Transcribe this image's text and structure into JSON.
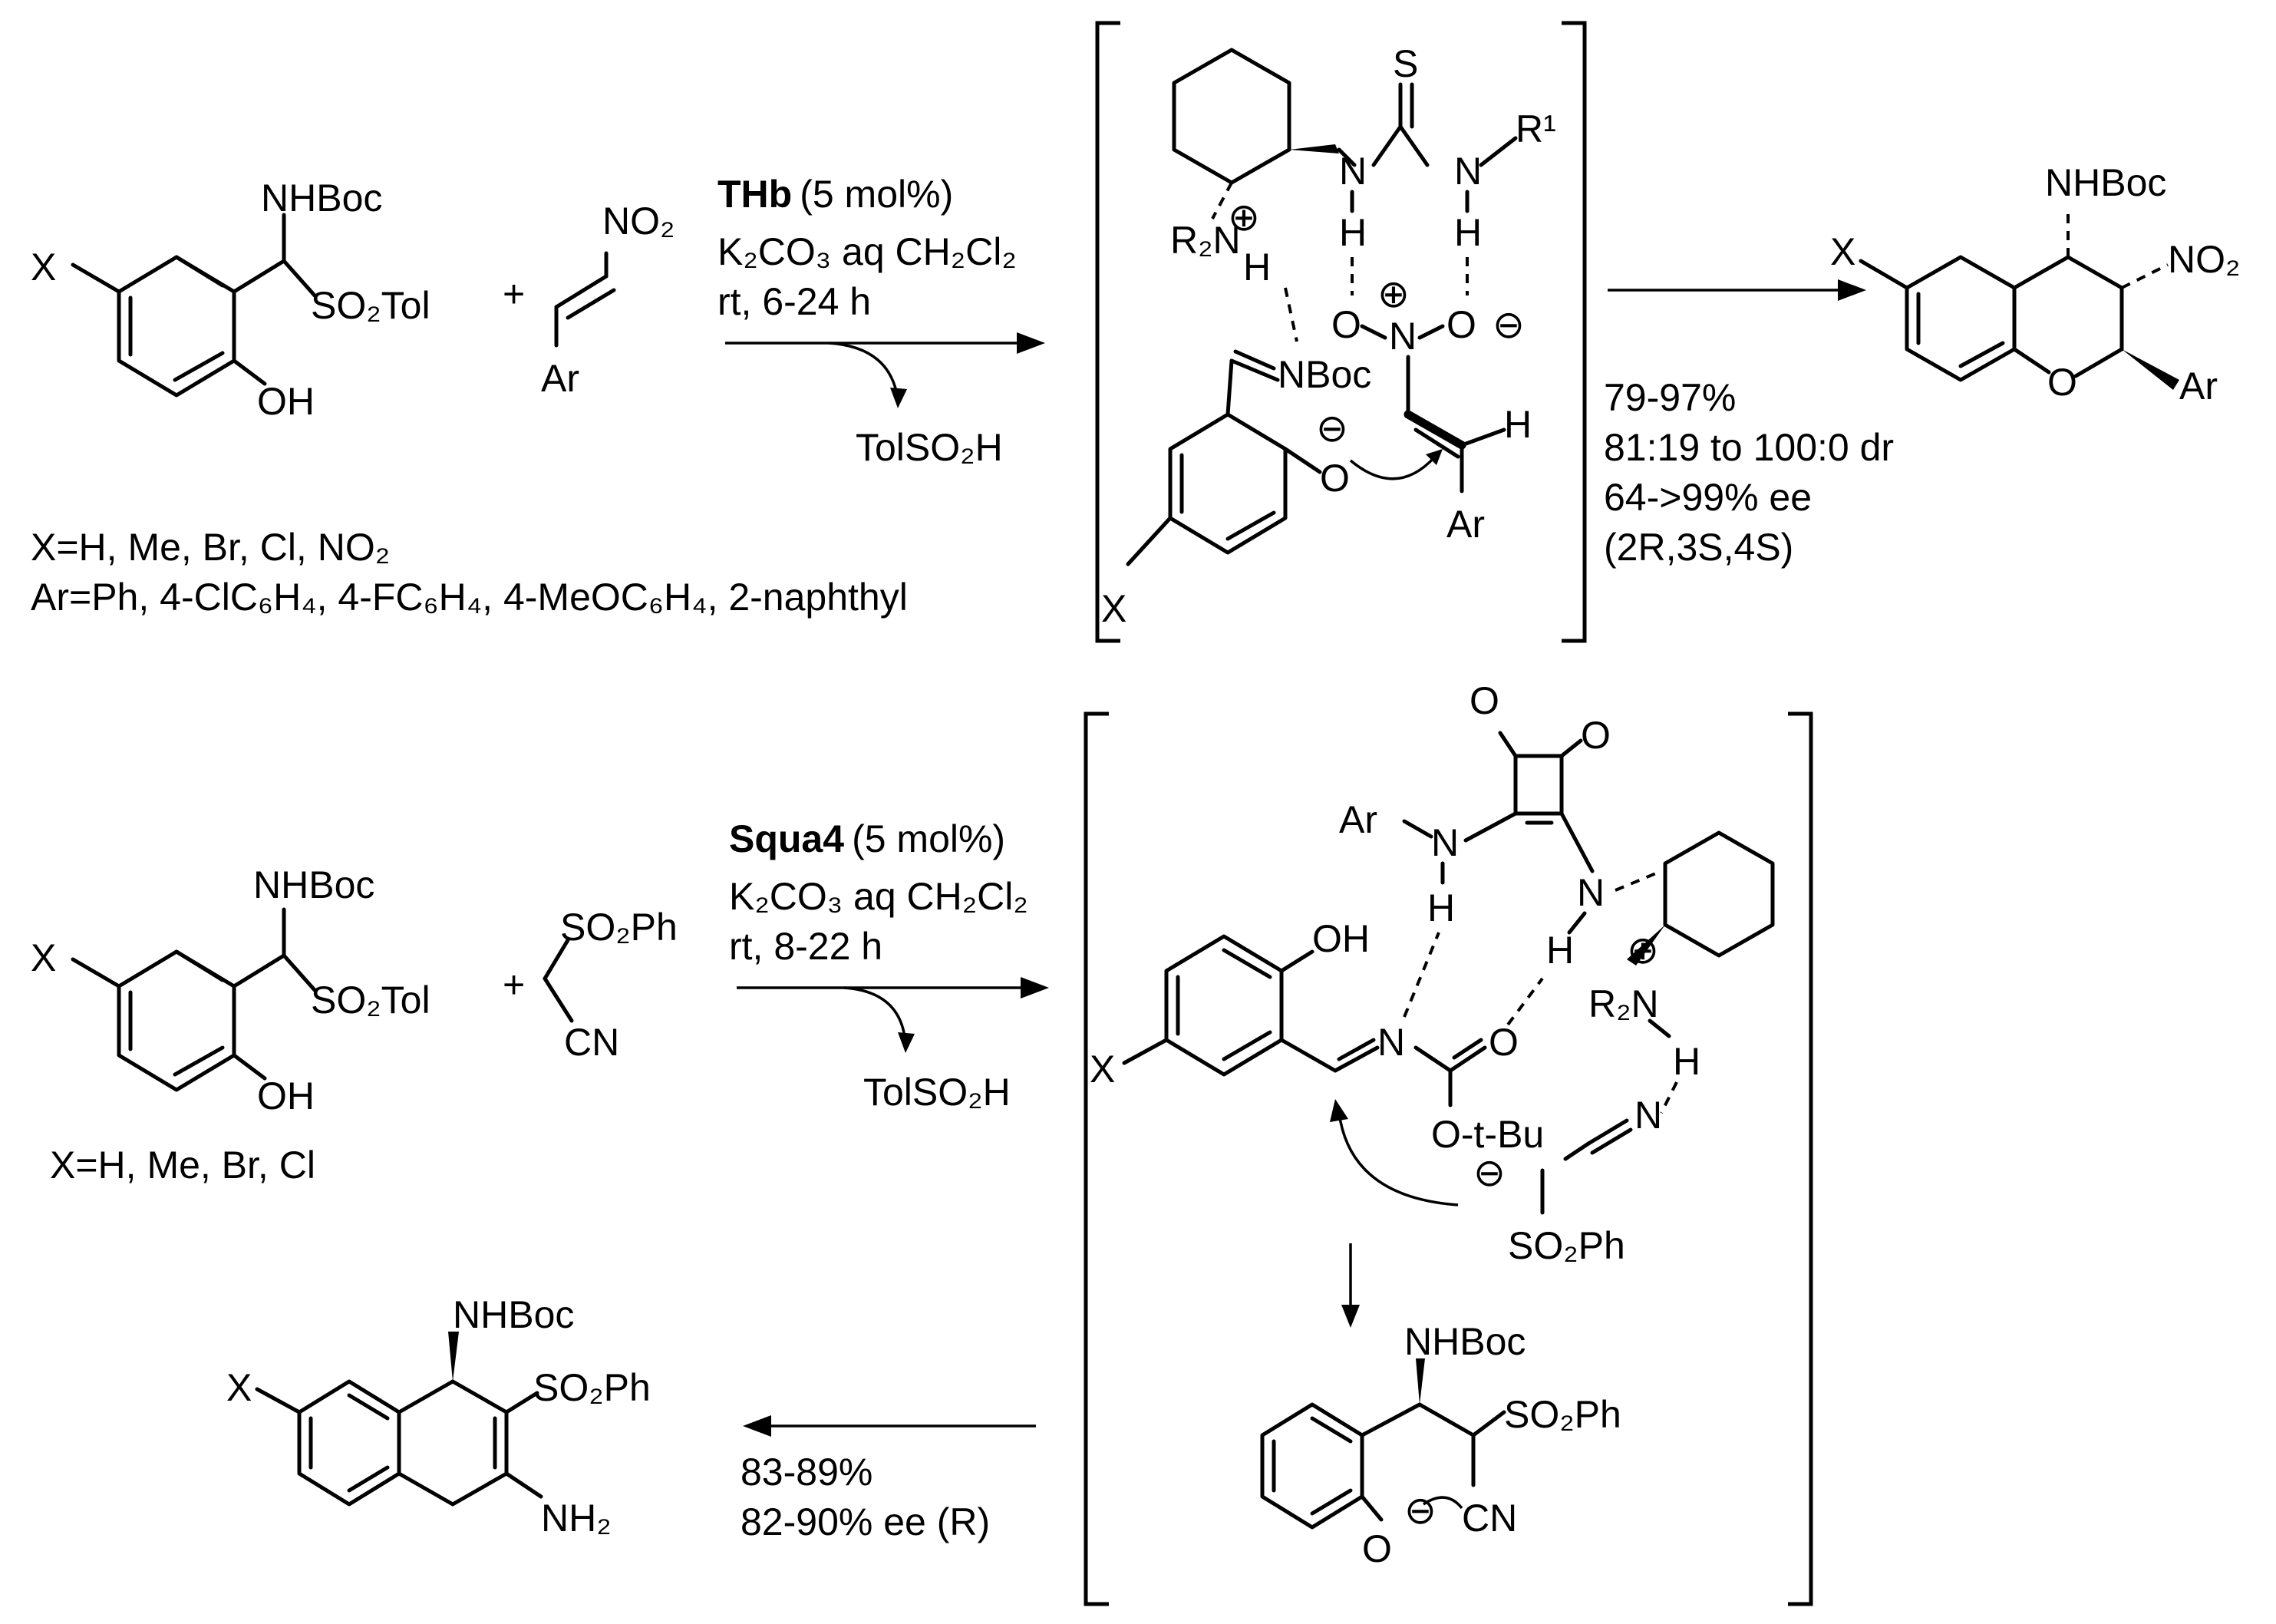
{
  "reaction1": {
    "substituent_X": "X",
    "aminal_NHBoc": "NHBoc",
    "aminal_SO2Tol": "SO₂Tol",
    "aminal_OH": "OH",
    "plus": "+",
    "nitro_NO2": "NO₂",
    "nitro_Ar": "Ar",
    "catalyst": "THb",
    "catalyst_loading": "(5 mol%)",
    "base_solvent": "K₂CO₃ aq CH₂Cl₂",
    "conditions": "rt, 6-24 h",
    "byproduct": "TolSO₂H",
    "scope_X": "X=H, Me, Br, Cl, NO₂",
    "scope_Ar": "Ar=Ph, 4-ClC₆H₄, 4-FC₆H₄, 4-MeOC₆H₄, 2-naphthyl",
    "yield": "79-97%",
    "dr": "81:19 to 100:0 dr",
    "ee": "64->99% ee",
    "config": "(2R,3S,4S)",
    "product_NHBoc": "NHBoc",
    "product_NO2": "NO₂",
    "product_O": "O",
    "product_Ar": "Ar",
    "product_X": "X"
  },
  "ts1": {
    "S": "S",
    "NH_left": "N",
    "NH_right": "N",
    "R1": "R¹",
    "H_left": "H",
    "H_right": "H",
    "R2N": "R₂N",
    "H_ammonium": "H",
    "plus_ammonium": "⊕",
    "O_left": "O",
    "N_nitro": "N",
    "O_right": "O",
    "plus_nitro": "⊕",
    "minus_nitro": "⊖",
    "NBoc": "NBoc",
    "H_alkene": "H",
    "O_phenoxide": "O",
    "minus_phenoxide": "⊖",
    "Ar": "Ar",
    "X": "X"
  },
  "reaction2": {
    "substituent_X": "X",
    "aminal_NHBoc": "NHBoc",
    "aminal_SO2Tol": "SO₂Tol",
    "aminal_OH": "OH",
    "plus": "+",
    "nitrile_SO2Ph": "SO₂Ph",
    "nitrile_CN": "CN",
    "catalyst": "Squa4",
    "catalyst_loading": "(5 mol%)",
    "base_solvent": "K₂CO₃ aq CH₂Cl₂",
    "conditions": "rt, 8-22 h",
    "byproduct": "TolSO₂H",
    "scope_X": "X=H, Me, Br, Cl",
    "yield": "83-89%",
    "ee": "82-90% ee (R)",
    "product_NHBoc": "NHBoc",
    "product_SO2Ph": "SO₂Ph",
    "product_NH2": "NH₂",
    "product_X": "X"
  },
  "ts2": {
    "O_top_left": "O",
    "O_top_right": "O",
    "Ar": "Ar",
    "N_left": "N",
    "H_left": "H",
    "N_right": "N",
    "H_right": "H",
    "OH": "OH",
    "N_imine": "N",
    "O_carbonyl": "O",
    "O_tBu": "O-t-Bu",
    "plus_ammonium": "⊕",
    "R2N": "R₂N",
    "H_ammonium": "H",
    "N_nitrile": "N",
    "minus": "⊖",
    "SO2Ph": "SO₂Ph",
    "X": "X",
    "int_NHBoc": "NHBoc",
    "int_SO2Ph": "SO₂Ph",
    "int_CN": "CN",
    "int_O": "O",
    "int_minus": "⊖"
  }
}
